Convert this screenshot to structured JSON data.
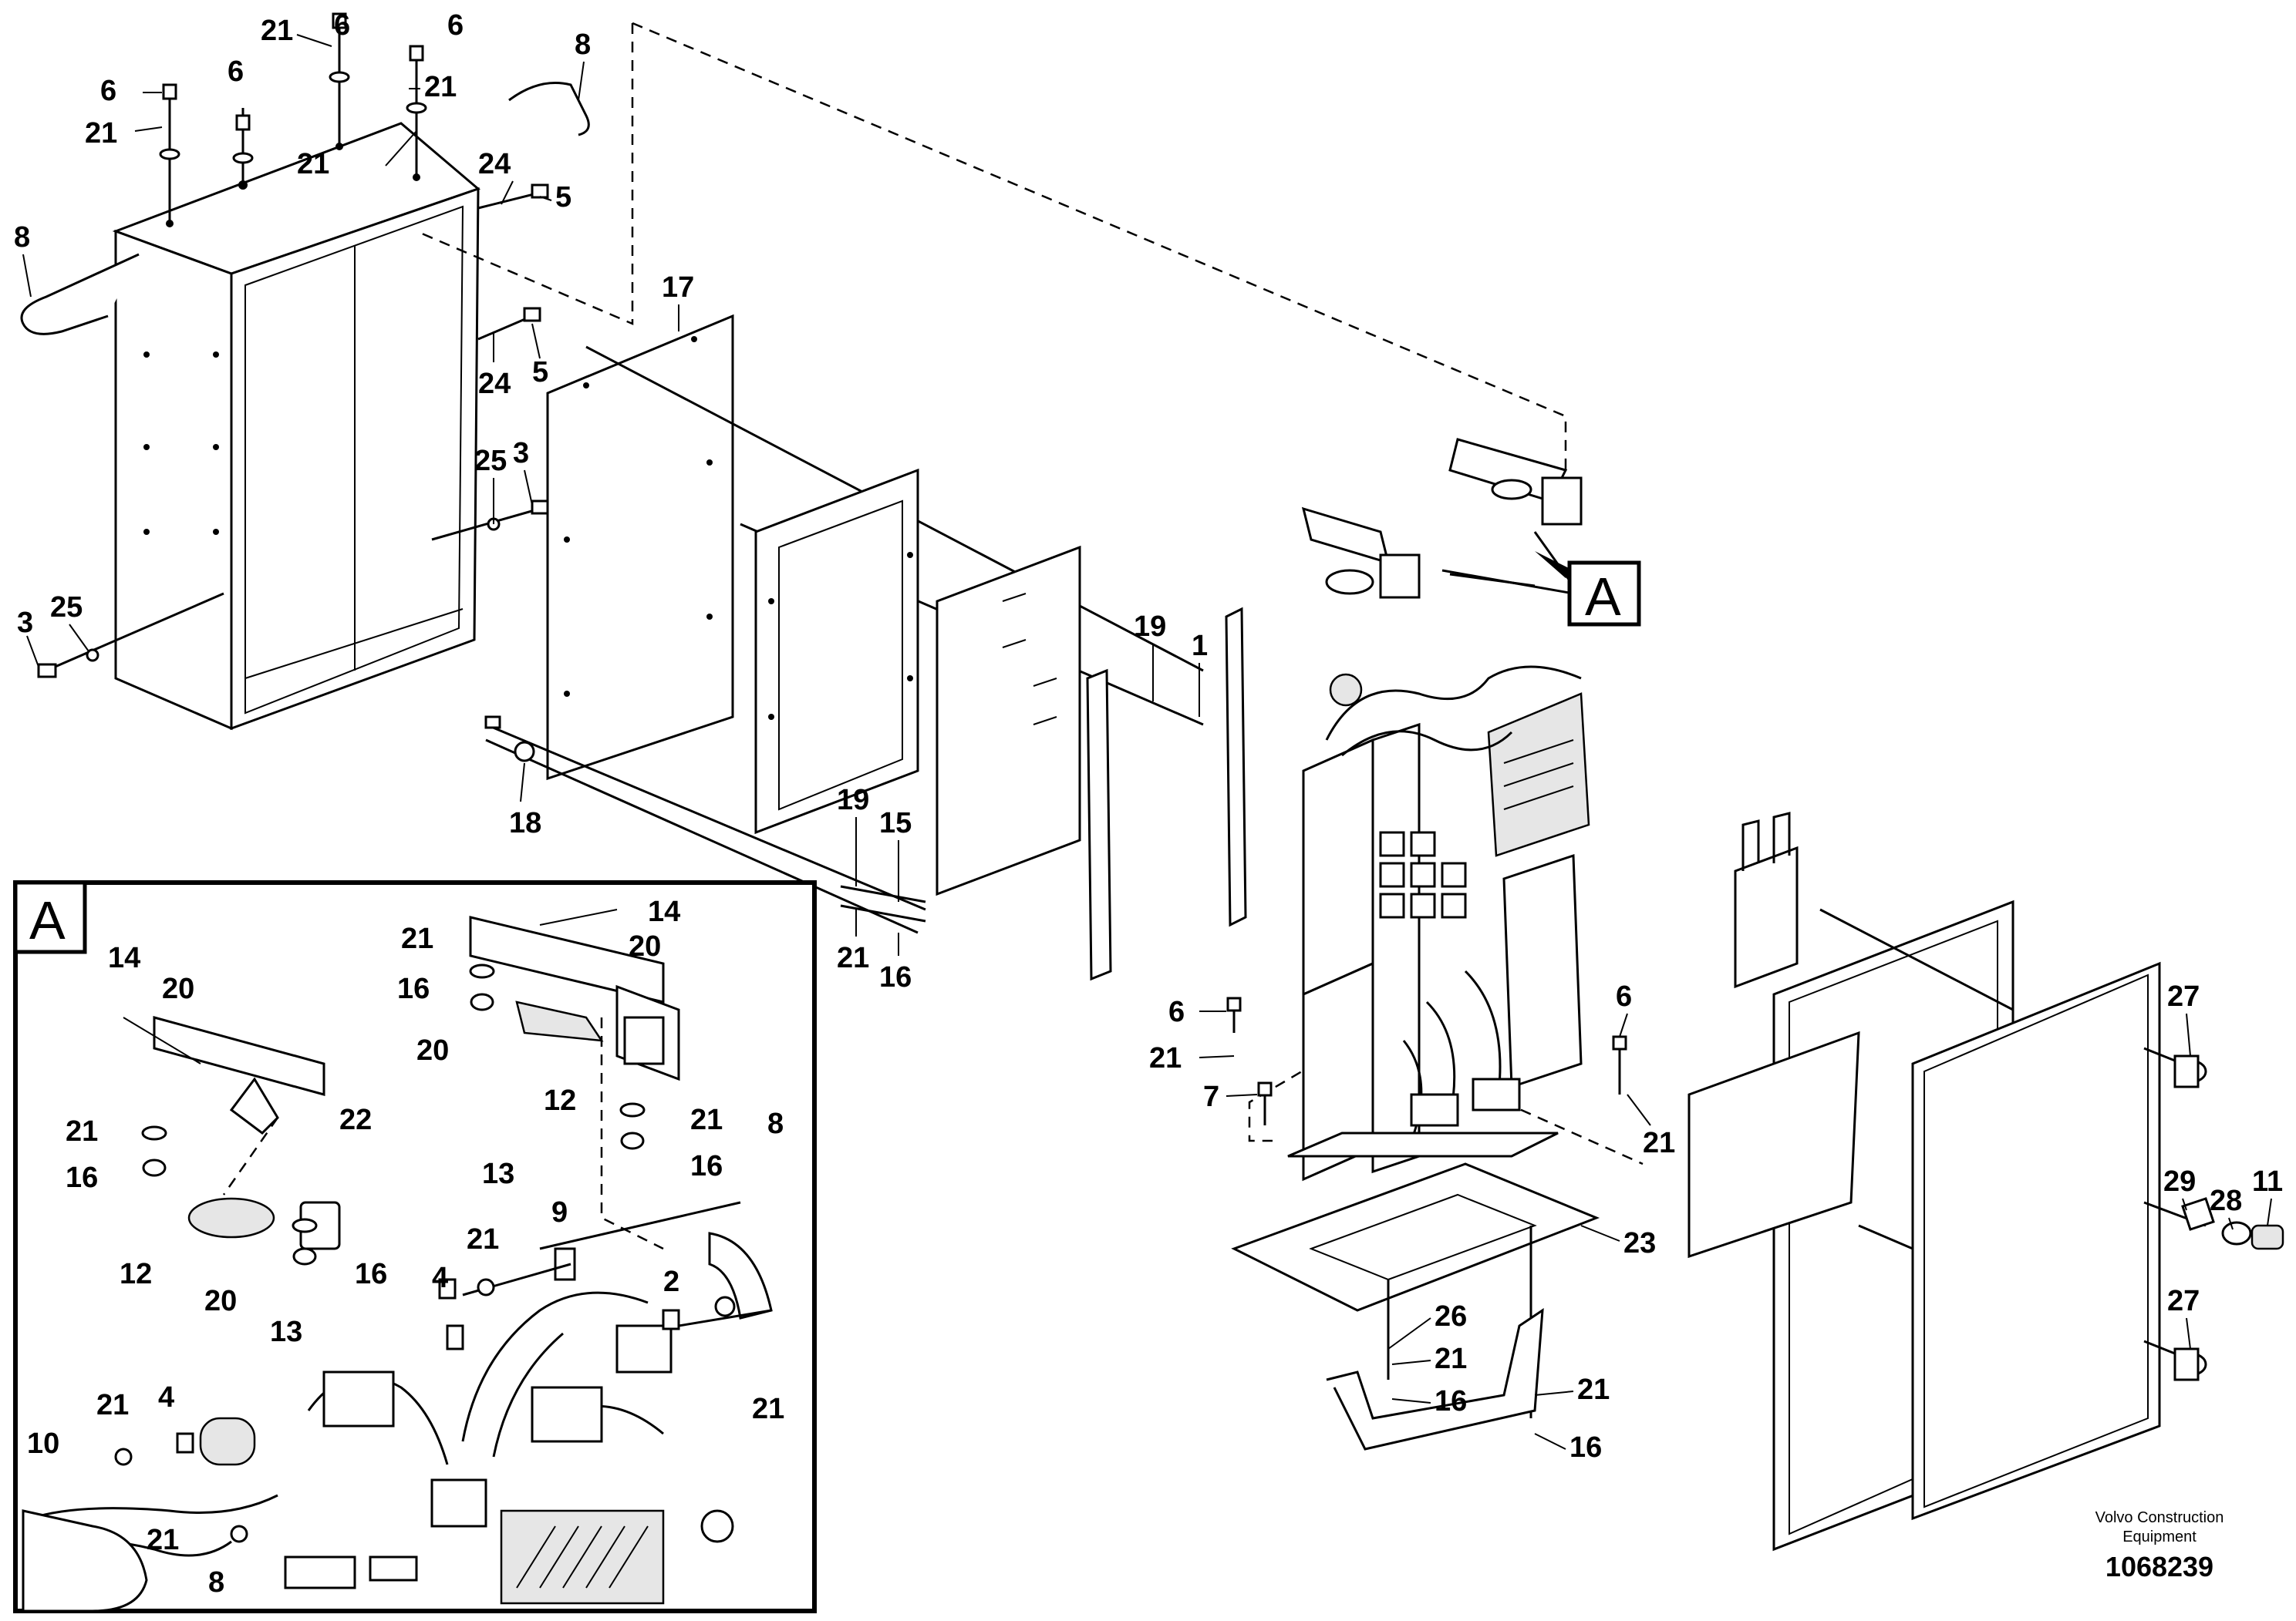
{
  "diagram": {
    "detail_label": "A",
    "brand_line1": "Volvo Construction",
    "brand_line2": "Equipment",
    "drawing_number": "1068239",
    "callouts_main": [
      "21",
      "6",
      "6",
      "21",
      "8",
      "6",
      "21",
      "6",
      "21",
      "24",
      "5",
      "8",
      "24",
      "5",
      "17",
      "25",
      "3",
      "3",
      "25",
      "19",
      "1",
      "19",
      "15",
      "18",
      "21",
      "16",
      "6",
      "21",
      "7",
      "6",
      "21",
      "23",
      "26",
      "21",
      "16",
      "21",
      "16",
      "27",
      "29",
      "28",
      "11",
      "27"
    ],
    "callouts_detail": [
      "14",
      "20",
      "21",
      "16",
      "20",
      "12",
      "13",
      "21",
      "16",
      "14",
      "20",
      "21",
      "16",
      "22",
      "12",
      "20",
      "13",
      "16",
      "8",
      "9",
      "21",
      "4",
      "2",
      "21",
      "21",
      "4",
      "10",
      "21",
      "8"
    ]
  }
}
